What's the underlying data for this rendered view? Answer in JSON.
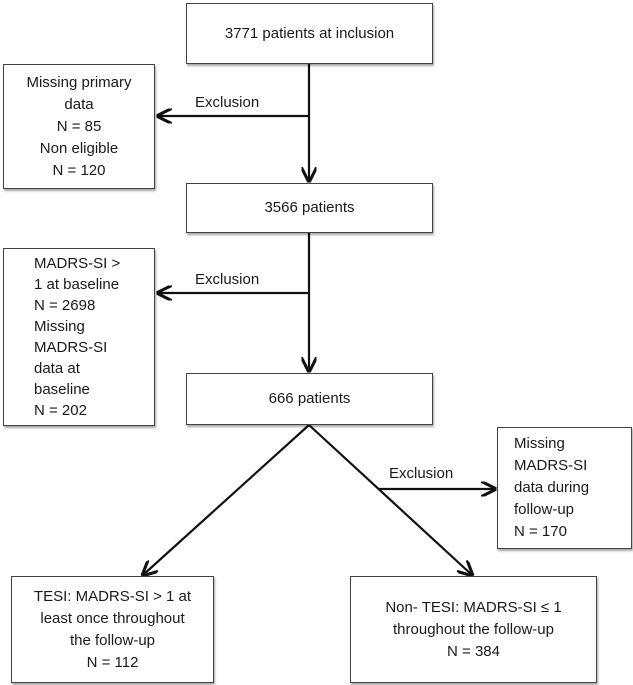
{
  "boxes": {
    "inclusion": {
      "lines": [
        "3771 patients at inclusion"
      ]
    },
    "excl1": {
      "lines": [
        "Missing primary",
        "data",
        "N = 85",
        "Non eligible",
        "N = 120"
      ]
    },
    "after1": {
      "lines": [
        "3566 patients"
      ]
    },
    "excl2": {
      "lines": [
        "MADRS-SI >",
        "1 at baseline",
        "N = 2698",
        "Missing",
        "MADRS-SI",
        "data at",
        "baseline",
        "N = 202"
      ]
    },
    "after2": {
      "lines": [
        "666 patients"
      ]
    },
    "excl3": {
      "lines": [
        "Missing",
        "MADRS-SI",
        "data during",
        "follow-up",
        "N = 170"
      ]
    },
    "tesi": {
      "lines": [
        "TESI: MADRS-SI > 1 at",
        "least once throughout",
        "the follow-up",
        "N = 112"
      ]
    },
    "nontesi": {
      "lines": [
        "Non- TESI: MADRS-SI ≤ 1",
        "throughout the follow-up",
        "N = 384"
      ]
    }
  },
  "labels": {
    "exclusion1": "Exclusion",
    "exclusion2": "Exclusion",
    "exclusion3": "Exclusion"
  }
}
